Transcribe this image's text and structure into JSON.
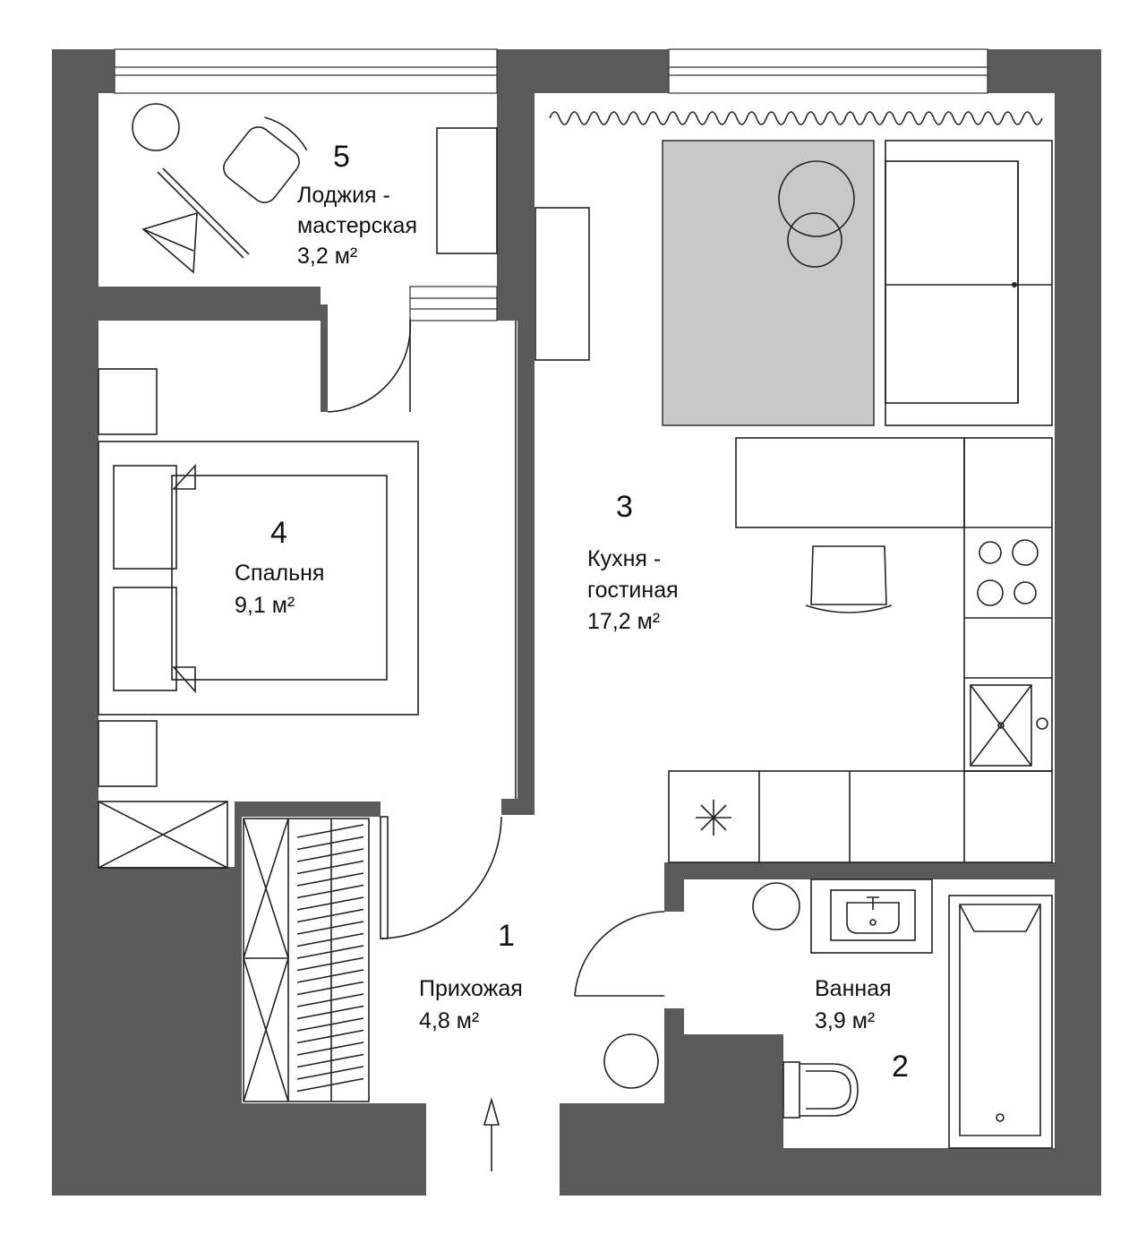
{
  "plan": {
    "rooms": [
      {
        "id": "room-1",
        "number": "1",
        "name": "Прихожая",
        "area": "4,8 м²"
      },
      {
        "id": "room-2",
        "number": "2",
        "name": "Ванная",
        "area": "3,9 м²"
      },
      {
        "id": "room-3",
        "number": "3",
        "name_line1": "Кухня -",
        "name_line2": "гостиная",
        "area": "17,2 м²"
      },
      {
        "id": "room-4",
        "number": "4",
        "name": "Спальня",
        "area": "9,1 м²"
      },
      {
        "id": "room-5",
        "number": "5",
        "name_line1": "Лоджия -",
        "name_line2": "мастерская",
        "area": "3,2 м²"
      }
    ],
    "colors": {
      "wall": "#5a5a5a",
      "rug": "#c8c8c8",
      "line": "#222222"
    }
  }
}
